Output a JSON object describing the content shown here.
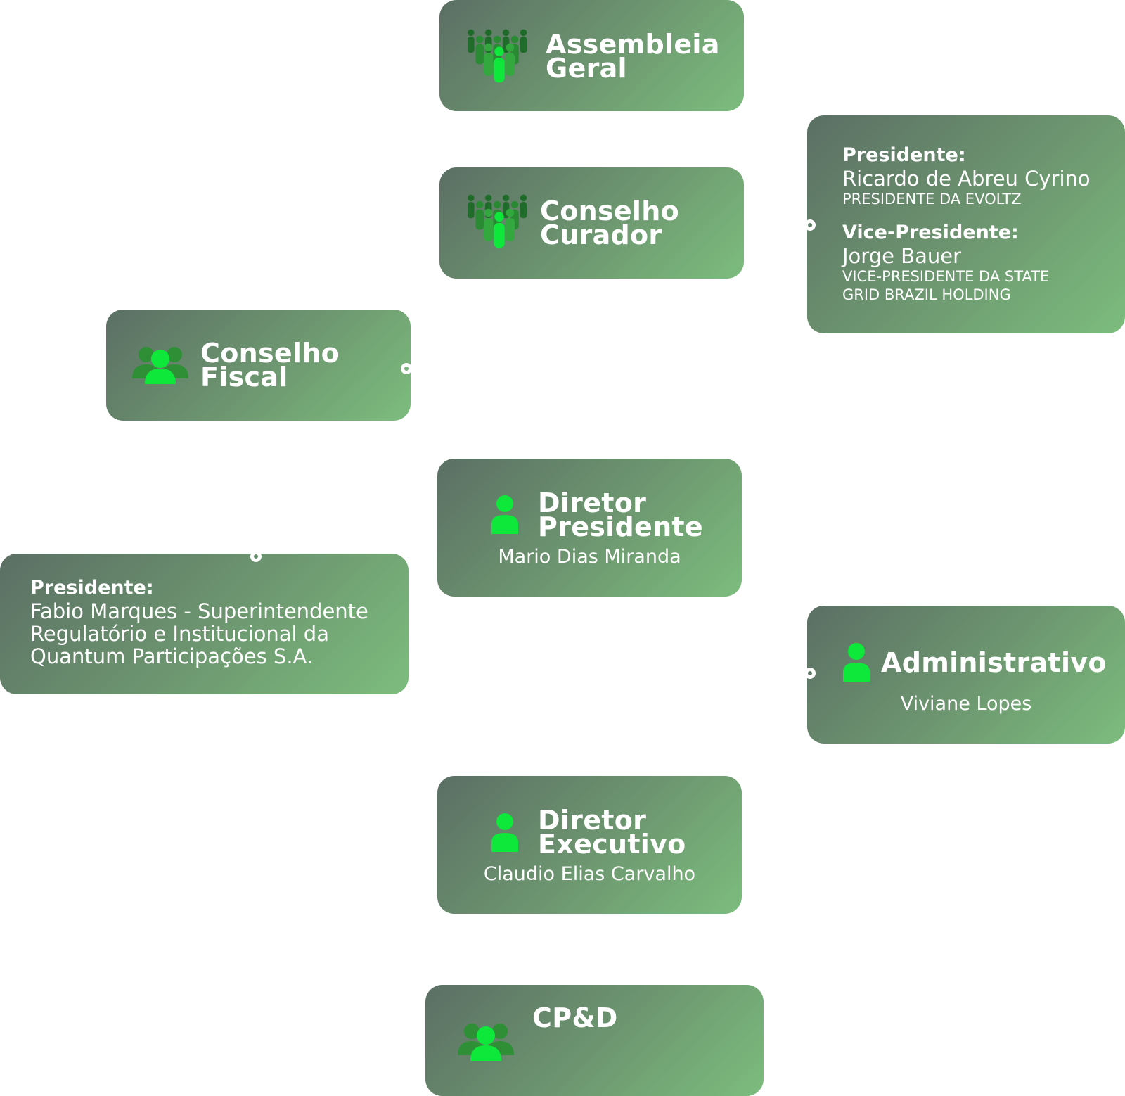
{
  "assembleia": {
    "line1": "Assembleia",
    "line2": "Geral"
  },
  "conselho_curador": {
    "line1": "Conselho",
    "line2": "Curador"
  },
  "curador_info": {
    "president_label": "Presidente:",
    "president_name": "Ricardo de Abreu Cyrino",
    "president_role": "PRESIDENTE DA EVOLTZ",
    "vice_label": "Vice-Presidente:",
    "vice_name": "Jorge Bauer",
    "vice_role_line1": "VICE-PRESIDENTE DA STATE",
    "vice_role_line2": "GRID BRAZIL HOLDING"
  },
  "conselho_fiscal": {
    "line1": "Conselho",
    "line2": "Fiscal"
  },
  "fiscal_info": {
    "president_label": "Presidente:",
    "line1": "Fabio Marques - Superintendente",
    "line2": "Regulatório e Institucional da",
    "line3": "Quantum Participações S.A."
  },
  "diretor_presidente": {
    "line1": "Diretor",
    "line2": "Presidente",
    "name": "Mario Dias Miranda"
  },
  "administrativo": {
    "title": "Administrativo",
    "name": "Viviane Lopes"
  },
  "diretor_executivo": {
    "line1": "Diretor",
    "line2": "Executivo",
    "name": "Claudio Elias Carvalho"
  },
  "cpd": {
    "title": "CP&D"
  },
  "colors": {
    "card_dark": "#5b6f64",
    "card_light": "#7cbd7d",
    "icon_bright": "#0ee83a",
    "icon_mid": "#2e9b3a",
    "icon_dark": "#1f6b2a"
  },
  "icons": {
    "crowd": "crowd-icon",
    "group": "group-icon",
    "person": "person-icon"
  }
}
